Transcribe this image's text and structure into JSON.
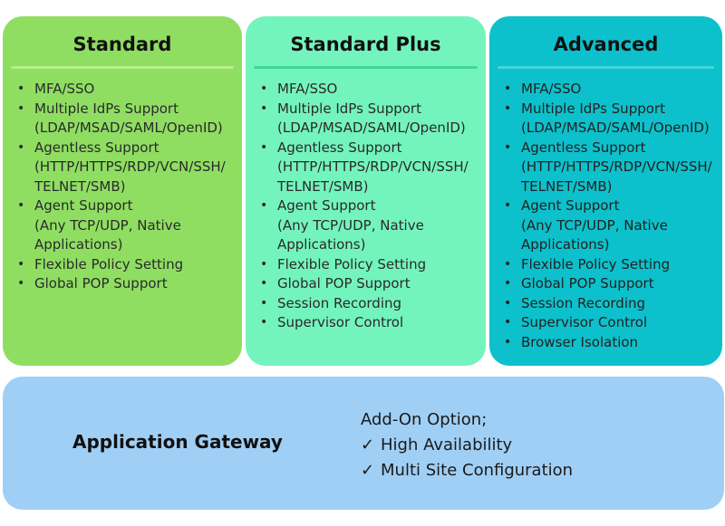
{
  "tiers": [
    {
      "title": "Standard",
      "color": "#8fde62",
      "features": [
        "MFA/SSO",
        "Multiple IdPs Support\n(LDAP/MSAD/SAML/OpenID)",
        "Agentless Support\n(HTTP/HTTPS/RDP/VCN/SSH/\n TELNET/SMB)",
        "Agent Support\n(Any TCP/UDP, Native\n Applications)",
        "Flexible Policy Setting",
        "Global POP Support"
      ]
    },
    {
      "title": "Standard Plus",
      "color": "#74f4bd",
      "features": [
        "MFA/SSO",
        "Multiple IdPs Support\n(LDAP/MSAD/SAML/OpenID)",
        "Agentless Support\n (HTTP/HTTPS/RDP/VCN/SSH/\n TELNET/SMB)",
        "Agent Support\n(Any TCP/UDP, Native\n Applications)",
        "Flexible Policy Setting",
        "Global POP Support",
        "Session Recording",
        "Supervisor Control"
      ]
    },
    {
      "title": "Advanced",
      "color": "#0cc1cc",
      "features": [
        "MFA/SSO",
        "Multiple IdPs Support\n(LDAP/MSAD/SAML/OpenID)",
        "Agentless Support\n (HTTP/HTTPS/RDP/VCN/SSH/\n TELNET/SMB)",
        "Agent Support\n(Any TCP/UDP, Native\n Applications)",
        "Flexible Policy Setting",
        "Global POP Support",
        "Session Recording",
        "Supervisor Control",
        "Browser Isolation"
      ]
    }
  ],
  "gateway": {
    "title": "Application Gateway",
    "color": "#a0cff6",
    "addon_heading": "Add-On Option;",
    "addons": [
      "High Availability",
      "Multi Site Configuration"
    ],
    "check_symbol": "✓"
  },
  "bullet_symbol": "•"
}
